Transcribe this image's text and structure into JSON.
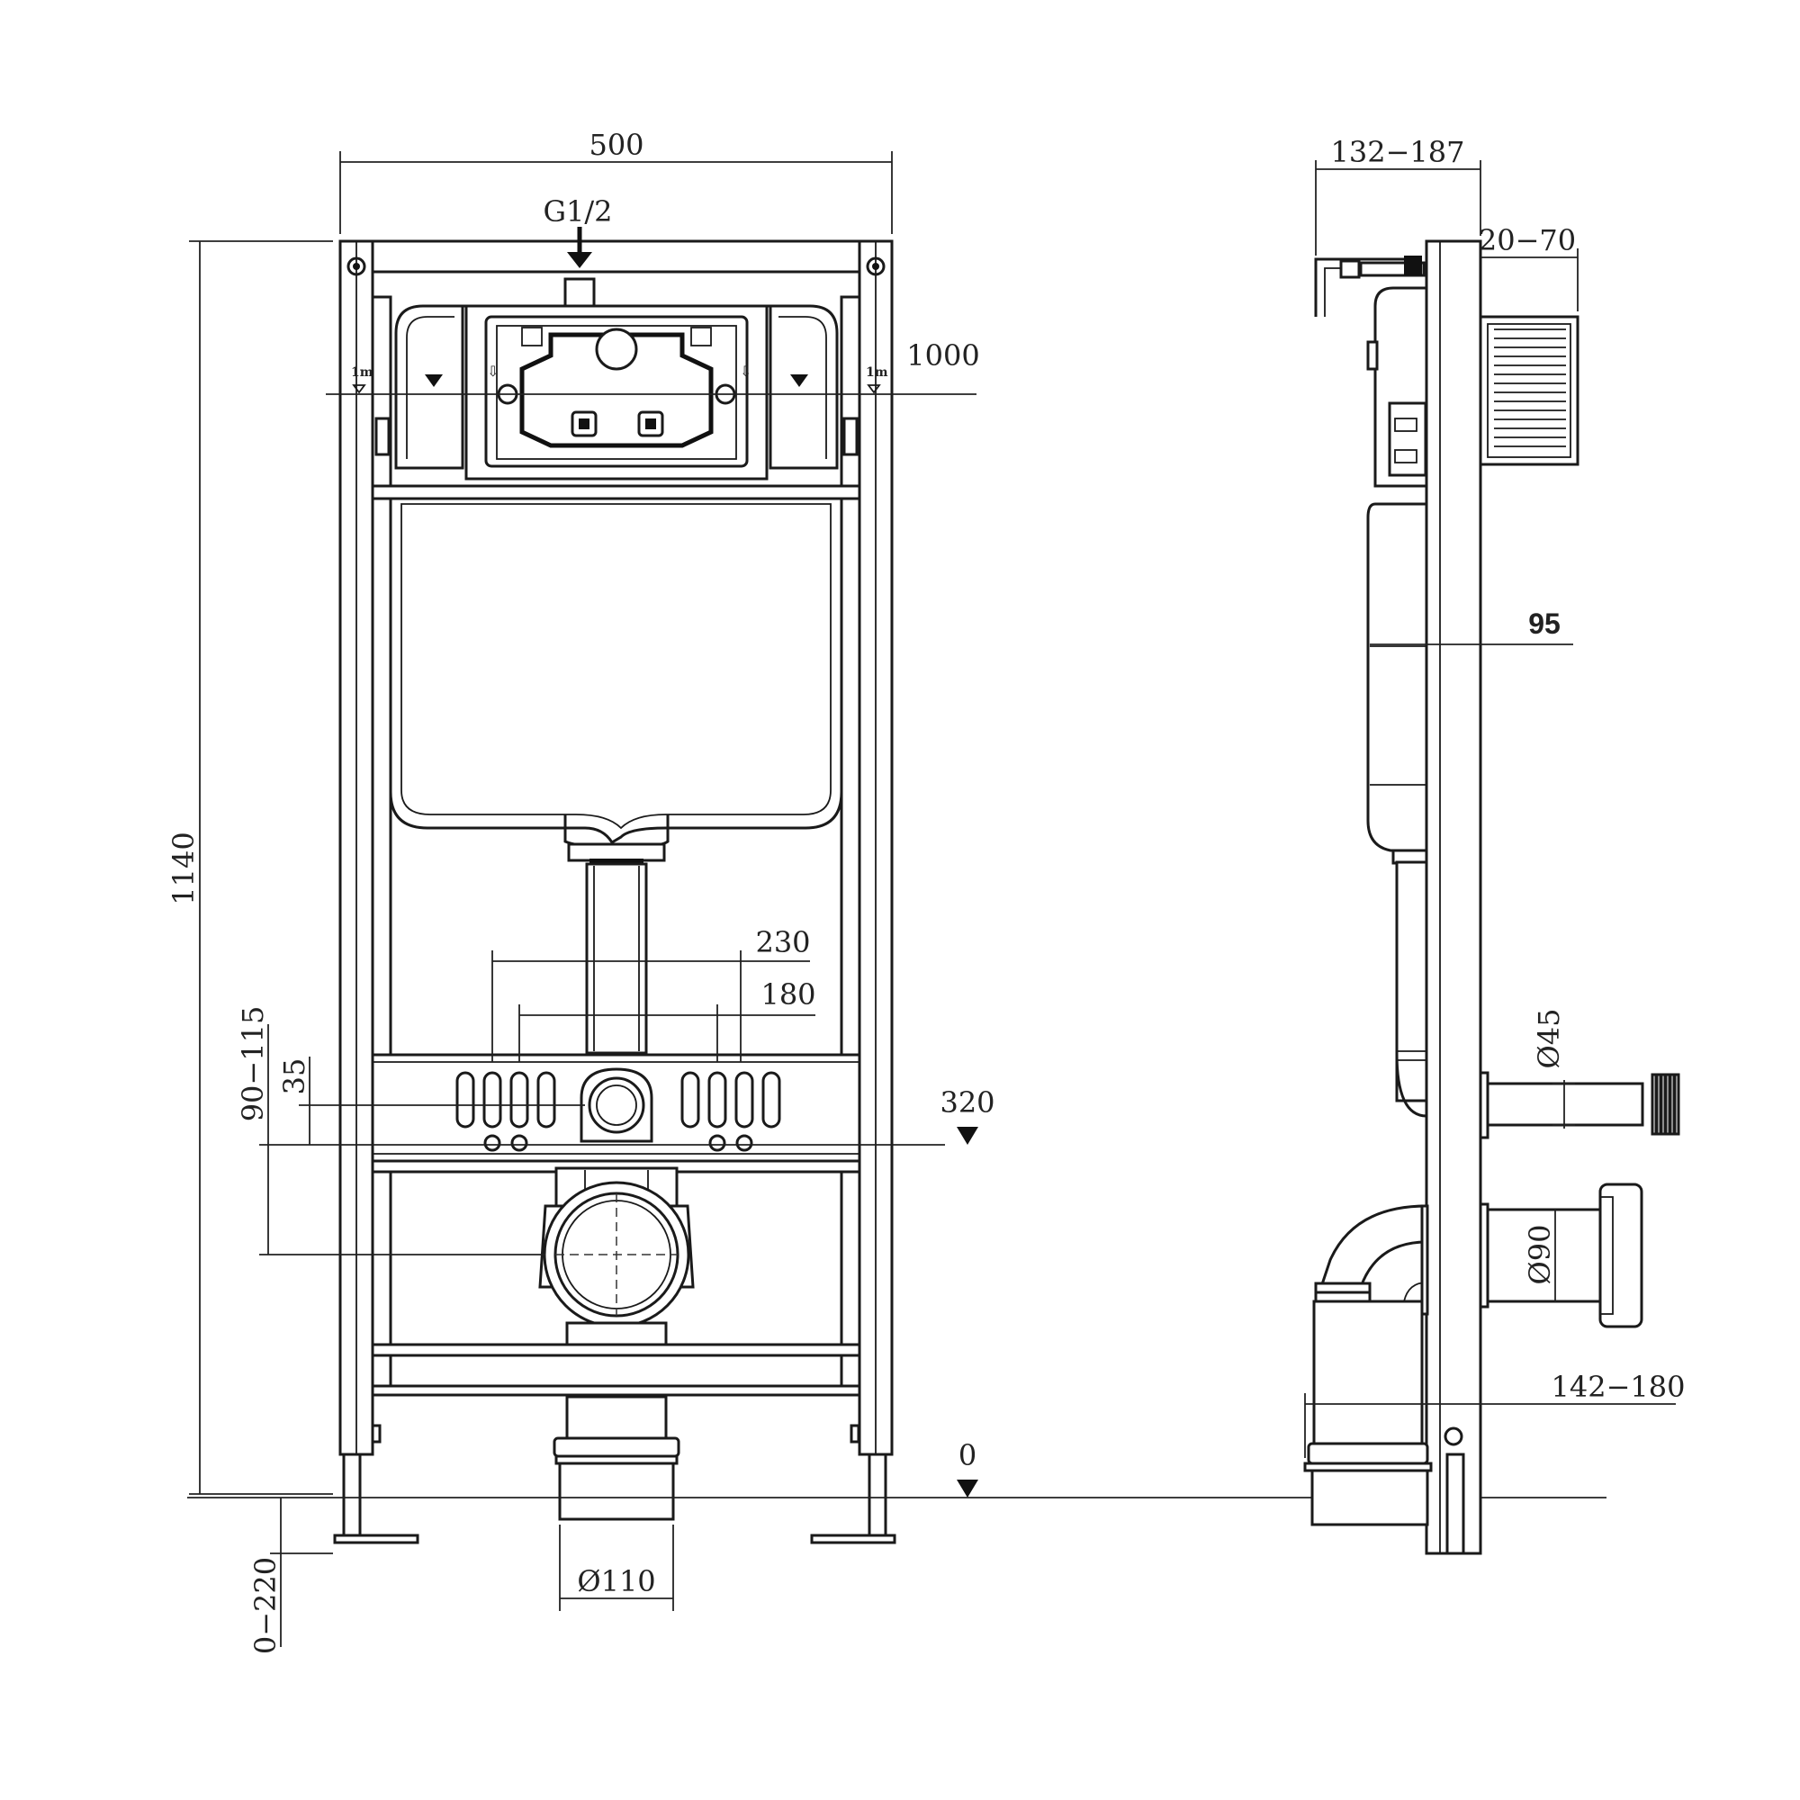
{
  "dimensions": {
    "width_top": "500",
    "inlet": "G1/2",
    "height_total": "1140",
    "flush_height": "1000",
    "span_230": "230",
    "span_180": "180",
    "range_90_115": "90−115",
    "offset_35": "35",
    "level_320": "320",
    "level_0": "0",
    "leg_0_220": "0−220",
    "pipe_d110": "Ø110",
    "depth_132_187": "132−187",
    "offset_20_70": "20−70",
    "depth_95": "95",
    "pipe_d45": "Ø45",
    "pipe_d90": "Ø90",
    "depth_142_180": "142−180"
  },
  "marks": {
    "small_1m_label": "1m"
  }
}
